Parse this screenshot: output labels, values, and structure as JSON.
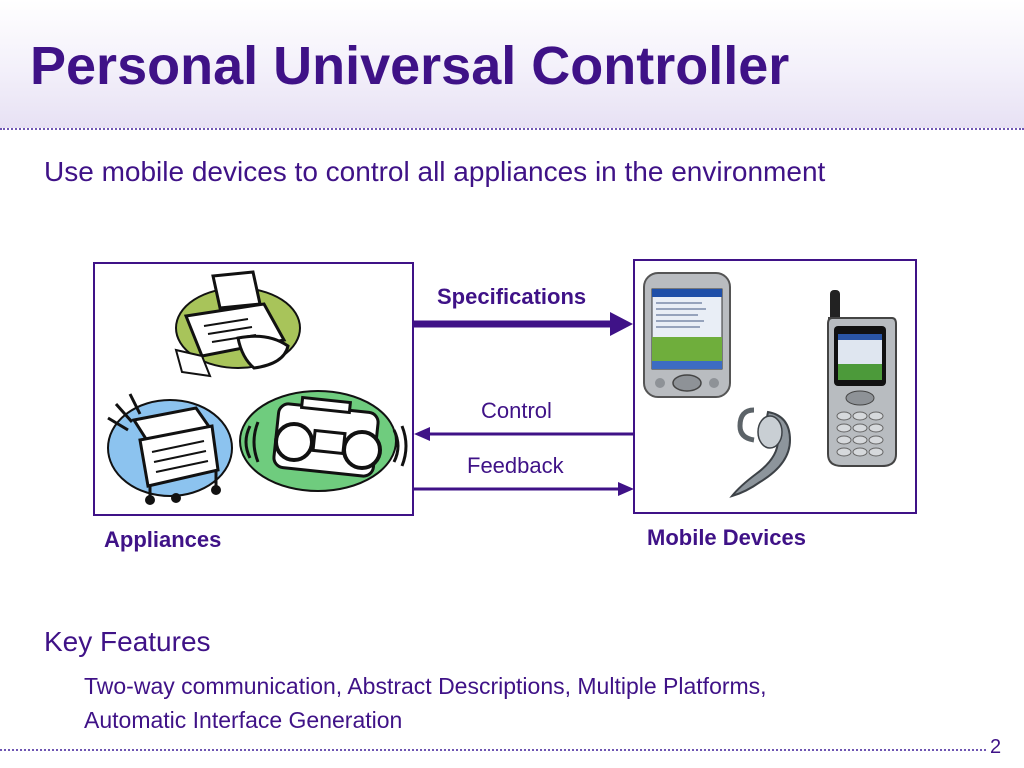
{
  "slide": {
    "title": "Personal Universal Controller",
    "subtitle": "Use mobile devices to control all appliances in the environment",
    "page_number": "2"
  },
  "diagram": {
    "left_box_label": "Appliances",
    "right_box_label": "Mobile Devices",
    "arrows": {
      "specifications": "Specifications",
      "control": "Control",
      "feedback": "Feedback"
    },
    "left_items": [
      "fax-machine-icon",
      "printer-icon",
      "boombox-icon"
    ],
    "right_items": [
      "pda-icon",
      "bluetooth-headset-icon",
      "cell-phone-icon"
    ]
  },
  "key_features": {
    "heading": "Key Features",
    "lines": [
      "Two-way communication, Abstract Descriptions, Multiple Platforms,",
      "Automatic Interface Generation"
    ]
  },
  "colors": {
    "accent": "#3f1287",
    "fax_blob": "#a8c45a",
    "printer_blob": "#8cc3ef",
    "boombox_blob": "#6fcc7e"
  }
}
